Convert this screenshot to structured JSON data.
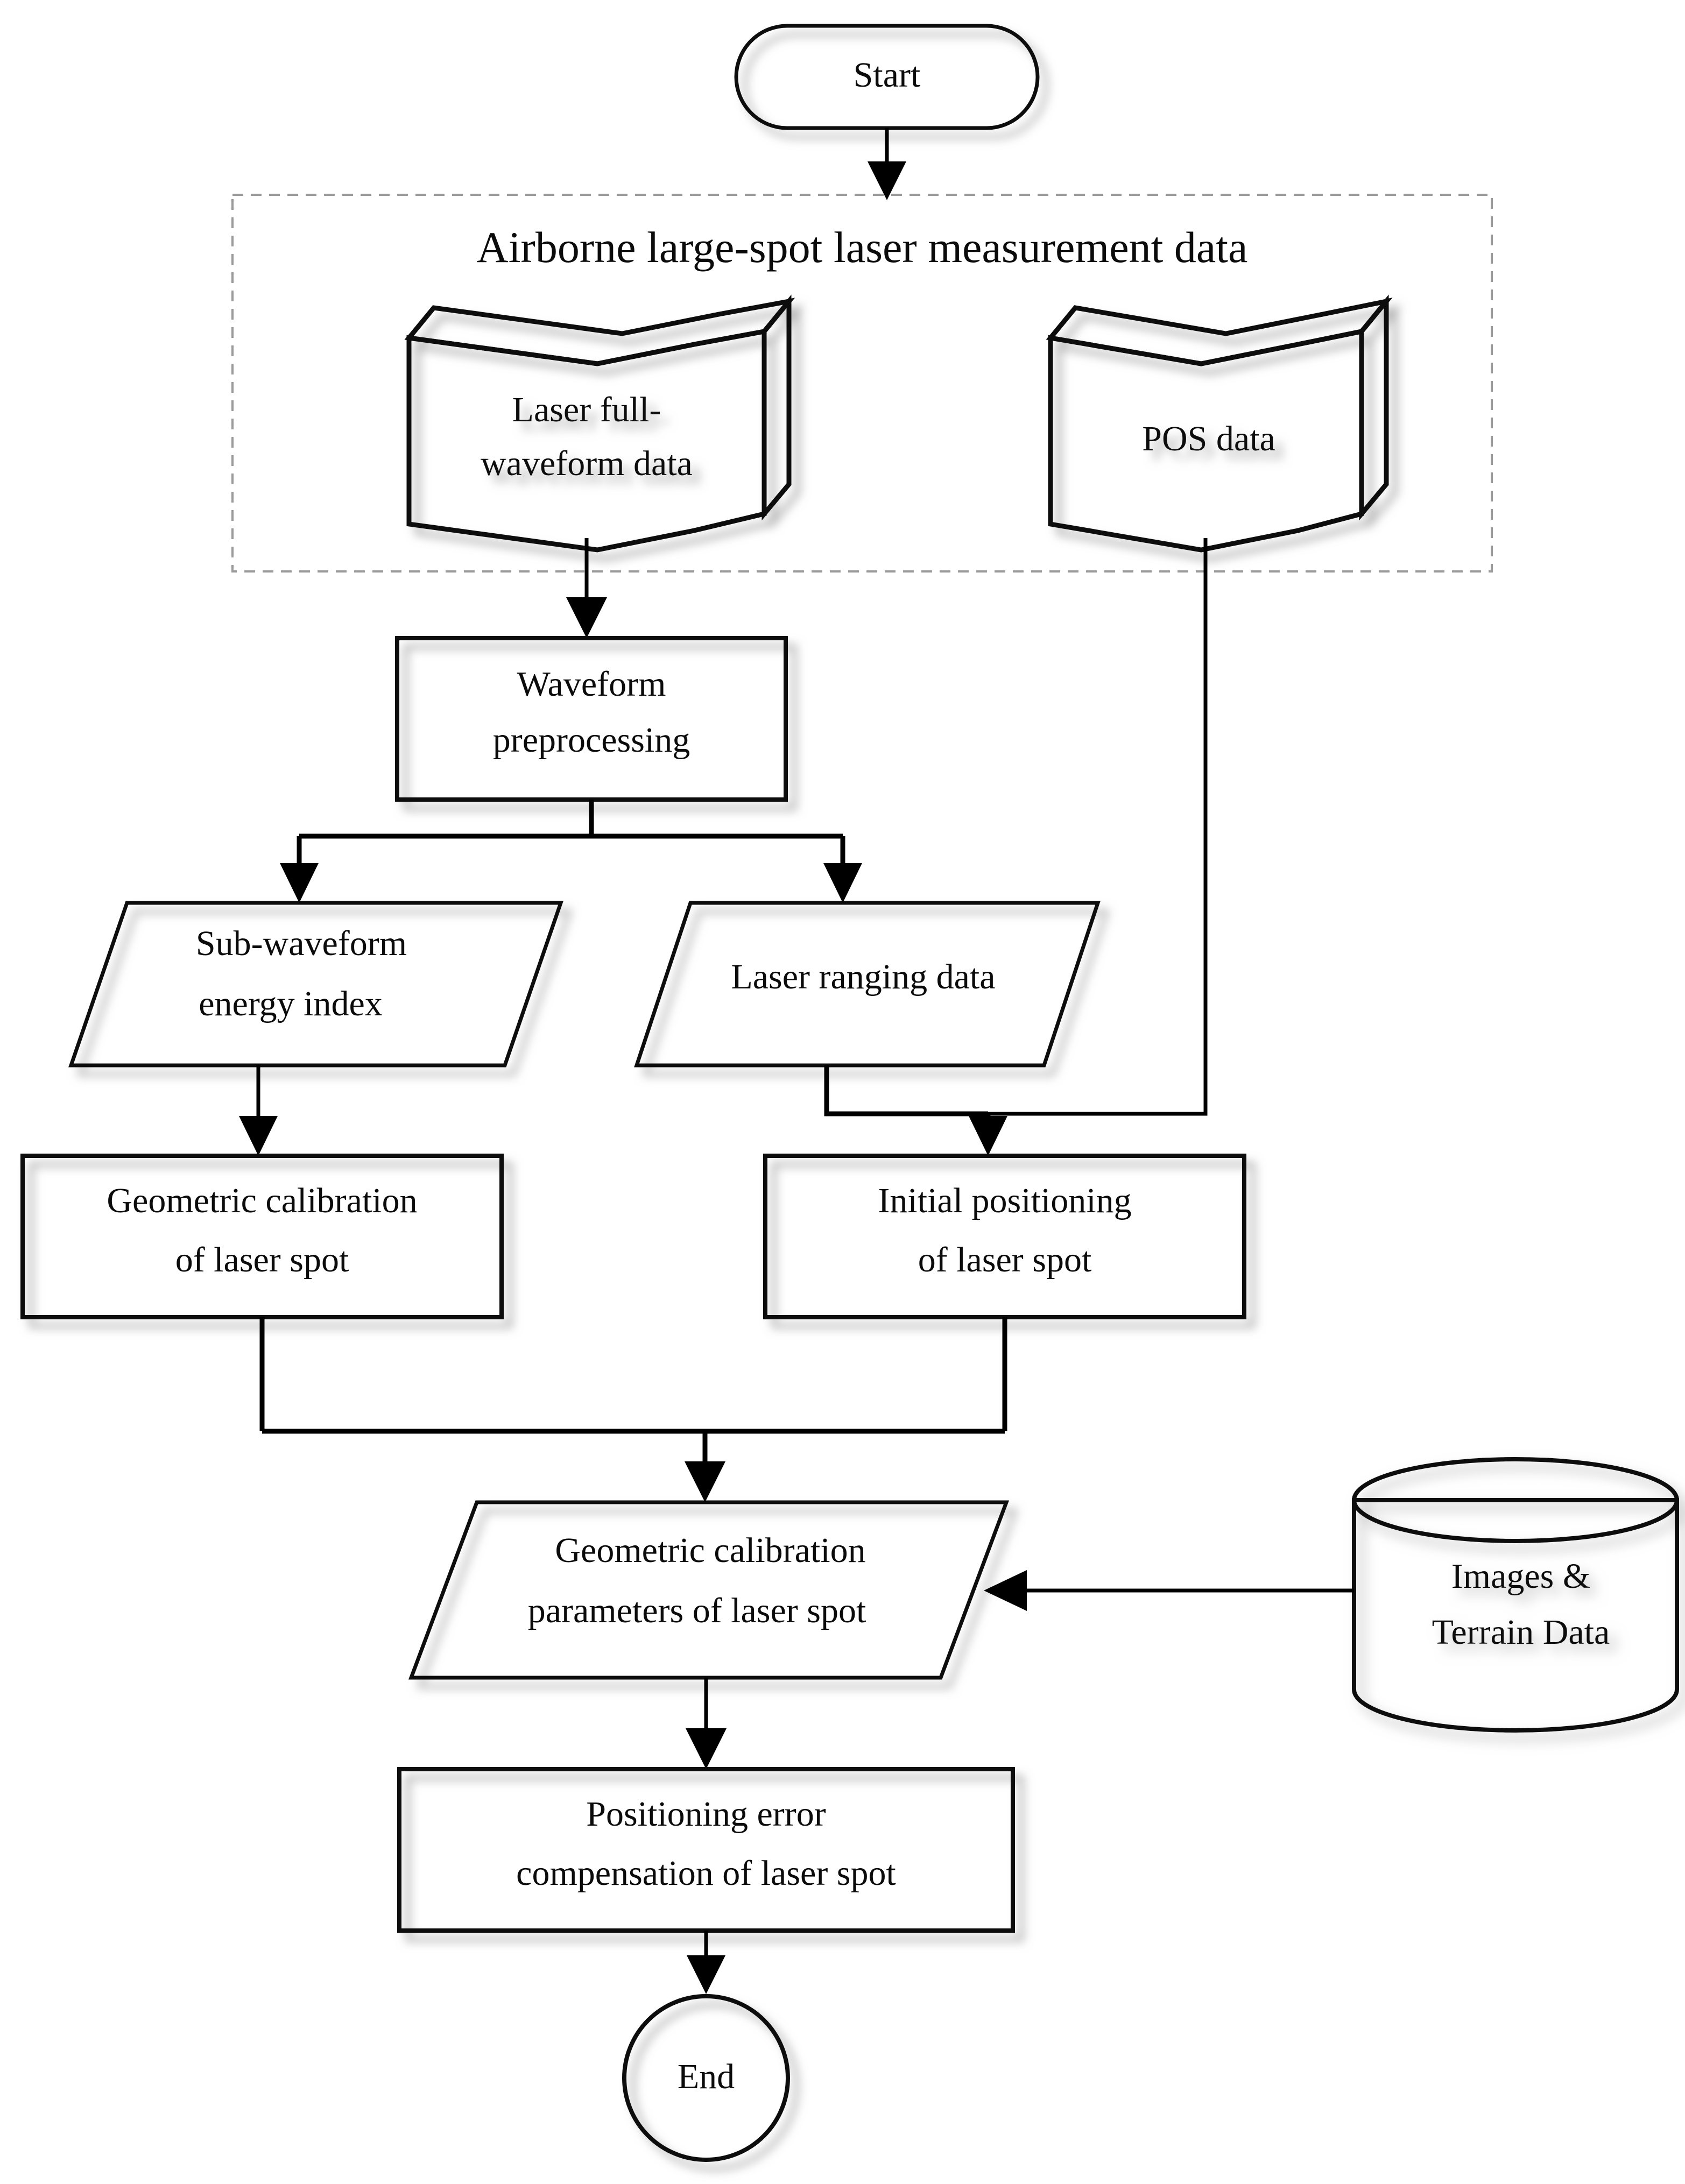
{
  "diagram": {
    "type": "flowchart",
    "orientation": "top-to-bottom",
    "group_box": {
      "title": "Airborne large-spot laser measurement data",
      "border_style": "dashed",
      "border_color": "#9a9a9a",
      "contains": [
        "Laser full-waveform data",
        "POS data"
      ]
    },
    "colors": {
      "stroke": "#111111",
      "fill": "#ffffff",
      "background": "#ffffff",
      "dashed_border": "#9a9a9a",
      "shadow": "#b8b8b8"
    },
    "nodes": [
      {
        "id": "start",
        "shape": "terminator",
        "label": "Start"
      },
      {
        "id": "waveform",
        "shape": "stored-data",
        "label_line1": "Laser full-",
        "label_line2": "waveform data"
      },
      {
        "id": "pos",
        "shape": "stored-data",
        "label_line1": "POS data",
        "label_line2": ""
      },
      {
        "id": "preproc",
        "shape": "process",
        "label_line1": "Waveform",
        "label_line2": "preprocessing"
      },
      {
        "id": "subwave",
        "shape": "data",
        "label_line1": "Sub-waveform",
        "label_line2": "energy index"
      },
      {
        "id": "ranging",
        "shape": "data",
        "label_line1": "Laser ranging data",
        "label_line2": ""
      },
      {
        "id": "geocal",
        "shape": "process",
        "label_line1": "Geometric calibration",
        "label_line2": "of laser spot"
      },
      {
        "id": "initpos",
        "shape": "process",
        "label_line1": "Initial positioning",
        "label_line2": "of laser spot"
      },
      {
        "id": "params",
        "shape": "data",
        "label_line1": "Geometric calibration",
        "label_line2": "parameters of laser spot"
      },
      {
        "id": "imagery",
        "shape": "database",
        "label_line1": "Images &",
        "label_line2": "Terrain Data"
      },
      {
        "id": "errcomp",
        "shape": "process",
        "label_line1": "Positioning error",
        "label_line2": "compensation of laser spot"
      },
      {
        "id": "end",
        "shape": "terminator-circle",
        "label": "End"
      }
    ],
    "edges": [
      {
        "from": "start",
        "to": "group-box",
        "style": "straight-down",
        "arrow": "down"
      },
      {
        "from": "waveform",
        "to": "preproc",
        "style": "straight-down",
        "arrow": "down"
      },
      {
        "from": "preproc",
        "to": "subwave",
        "style": "split-left",
        "arrow": "down"
      },
      {
        "from": "preproc",
        "to": "ranging",
        "style": "split-right",
        "arrow": "down"
      },
      {
        "from": "subwave",
        "to": "geocal",
        "style": "straight-down",
        "arrow": "down"
      },
      {
        "from": "ranging",
        "to": "initpos",
        "style": "merge-bracket",
        "arrow": "down"
      },
      {
        "from": "pos",
        "to": "initpos",
        "style": "long-right-side-merge",
        "arrow": "down"
      },
      {
        "from": "geocal",
        "to": "params",
        "style": "merge-bracket",
        "arrow": "down"
      },
      {
        "from": "initpos",
        "to": "params",
        "style": "merge-bracket",
        "arrow": "down"
      },
      {
        "from": "imagery",
        "to": "params",
        "style": "horizontal-left",
        "arrow": "left"
      },
      {
        "from": "params",
        "to": "errcomp",
        "style": "straight-down",
        "arrow": "down"
      },
      {
        "from": "errcomp",
        "to": "end",
        "style": "straight-down",
        "arrow": "down"
      }
    ]
  }
}
